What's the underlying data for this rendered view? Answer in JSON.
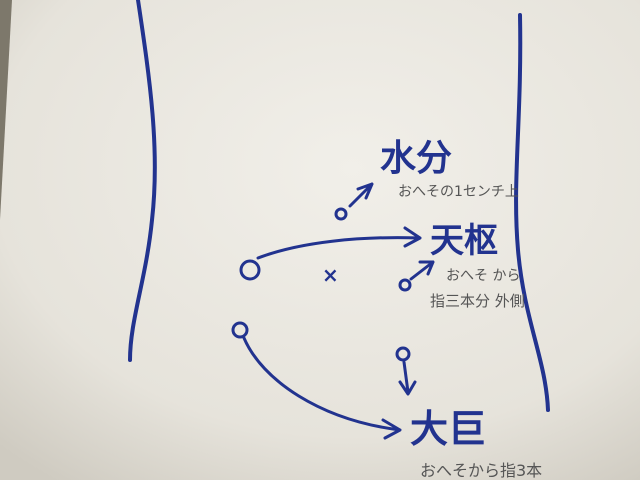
{
  "labels": {
    "suibun": "水分",
    "suibun_note": "おへその1センチ上",
    "tensu": "天枢",
    "tensu_note_line1": "おへそ から",
    "tensu_note_line2": "指三本分 外側",
    "kyo": "大巨",
    "kyo_note": "おへそから指3本"
  },
  "marks": {
    "navel": "×"
  },
  "colors": {
    "ink": "#22338f",
    "pencil": "#555555",
    "paper": "#eceae3"
  }
}
